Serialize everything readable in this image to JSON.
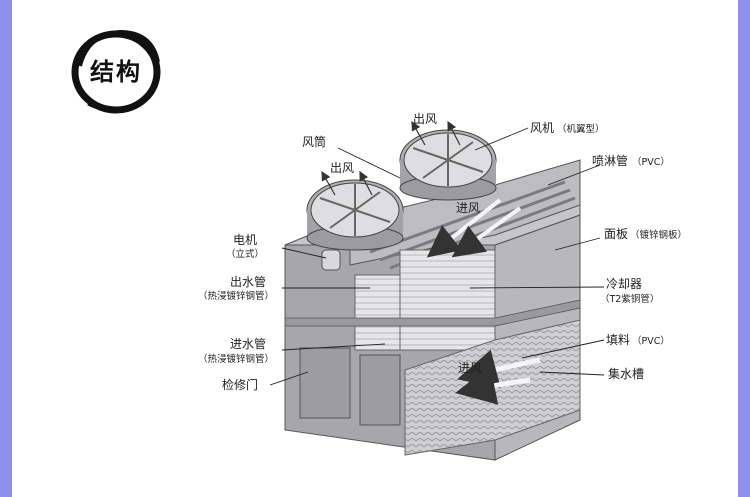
{
  "badge": {
    "title": "结构"
  },
  "labels": {
    "fan_tube": "风筒",
    "fan": "风机",
    "fan_sub": "（机翼型）",
    "air_out_1": "出风",
    "air_out_2": "出风",
    "spray_pipe": "喷淋管",
    "spray_pipe_sub": "（PVC）",
    "air_in_top": "进风",
    "panel": "面板",
    "panel_sub": "（镀锌钢板）",
    "motor": "电机",
    "motor_sub": "（立式）",
    "outlet_pipe": "出水管",
    "outlet_pipe_sub": "（热浸镀锌钢管）",
    "cooler": "冷却器",
    "cooler_sub": "（T2紫铜管）",
    "fill": "填料",
    "fill_sub": "（PVC）",
    "inlet_pipe": "进水管",
    "inlet_pipe_sub": "（热浸镀锌钢管）",
    "air_in_bottom": "进风",
    "basin": "集水槽",
    "access_door": "检修门"
  },
  "colors": {
    "frame": "#8f8ff0",
    "casing": "#a9a9ac",
    "casing_dark": "#8e8e92",
    "casing_light": "#c9c9cc"
  }
}
